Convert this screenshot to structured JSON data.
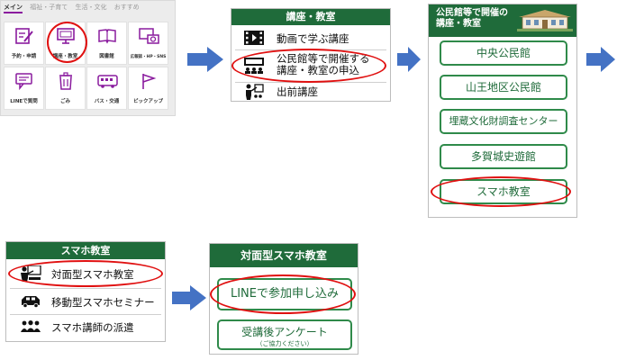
{
  "panel1": {
    "tabs": [
      "メイン",
      "福祉・子育て",
      "生活・文化",
      "おすすめ"
    ],
    "items": [
      {
        "label": "予約・申請",
        "icon": "form-pen-icon"
      },
      {
        "label": "講座・教室",
        "icon": "monitor-icon"
      },
      {
        "label": "図書館",
        "icon": "book-icon"
      },
      {
        "label": "広報誌・HP・SNS",
        "icon": "screen-camera-icon"
      },
      {
        "label": "LINEで質問",
        "icon": "chat-bubble-icon"
      },
      {
        "label": "ごみ",
        "icon": "trash-icon"
      },
      {
        "label": "バス・交通",
        "icon": "bus-icon"
      },
      {
        "label": "ピックアップ",
        "icon": "flag-icon"
      }
    ]
  },
  "panel2": {
    "title": "講座・教室",
    "rows": [
      {
        "label": "動画で学ぶ講座",
        "icon": "video-film-icon"
      },
      {
        "label": "公民館等で開催する\n講座・教室の申込",
        "icon": "classroom-board-icon"
      },
      {
        "label": "出前講座",
        "icon": "lecturer-icon"
      }
    ]
  },
  "panel3": {
    "title": "公民館等で開催の\n講座・教室",
    "buttons": [
      "中央公民館",
      "山王地区公民館",
      "埋蔵文化財調査センター",
      "多賀城史遊館",
      "スマホ教室"
    ]
  },
  "panel4": {
    "title": "スマホ教室",
    "rows": [
      {
        "label": "対面型スマホ教室",
        "icon": "presenter-icon"
      },
      {
        "label": "移動型スマホセミナー",
        "icon": "car-icon"
      },
      {
        "label": "スマホ講師の派遣",
        "icon": "people-icon"
      }
    ]
  },
  "panel5": {
    "title": "対面型スマホ教室",
    "line_button": "LINEで参加申し込み",
    "survey_button": "受講後アンケート",
    "survey_sub": "（ご協力ください）"
  },
  "colors": {
    "header_green": "#1f6b3a",
    "button_green": "#2f8a4a",
    "highlight_red": "#e01010",
    "arrow_blue": "#4472c4",
    "icon_purple": "#8a1b9e"
  }
}
